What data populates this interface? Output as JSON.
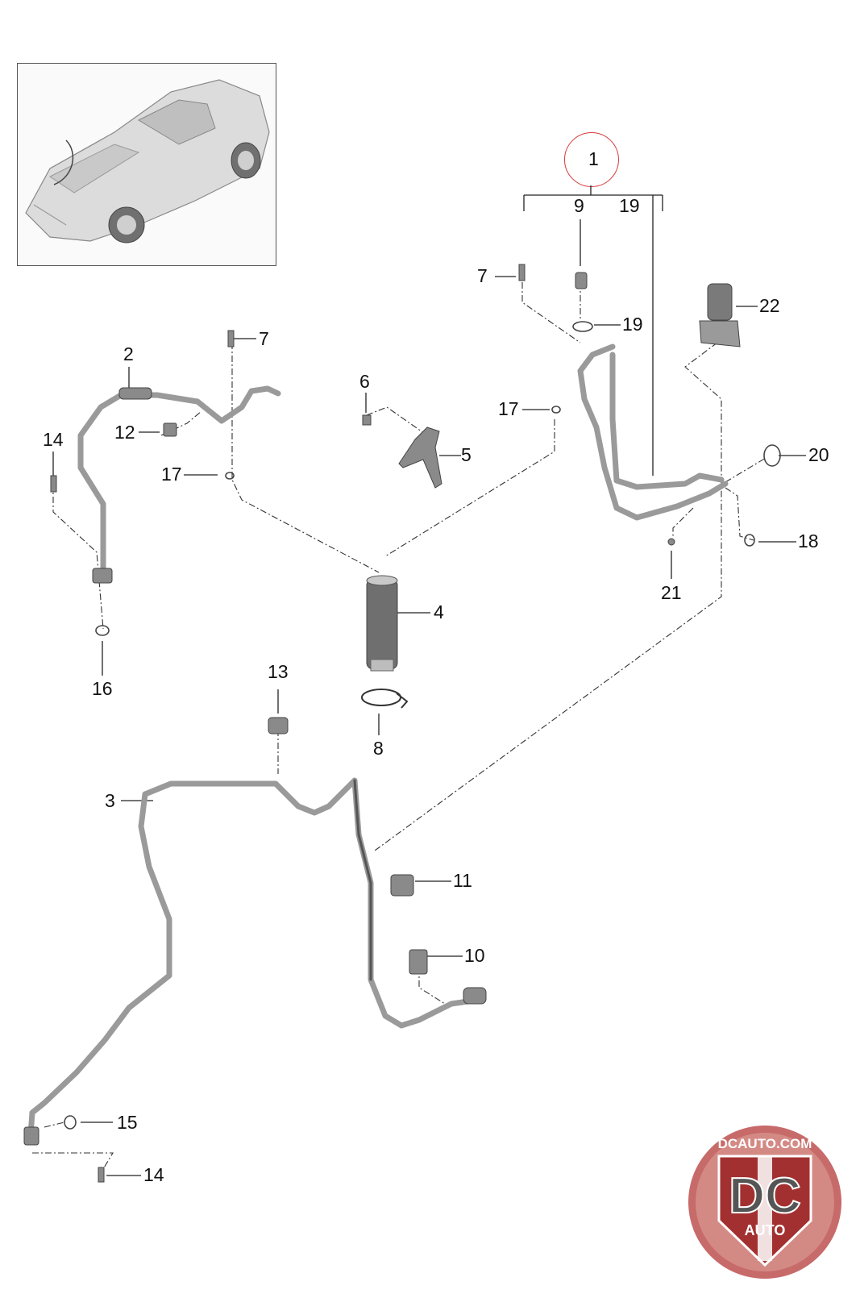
{
  "callouts": {
    "c1": "1",
    "c9": "9",
    "c19_top": "19",
    "c7_top": "7",
    "c19": "19",
    "c22": "22",
    "c2": "2",
    "c7_left": "7",
    "c6": "6",
    "c5": "5",
    "c17_right": "17",
    "c20": "20",
    "c14_top": "14",
    "c12": "12",
    "c17_left": "17",
    "c18": "18",
    "c21": "21",
    "c4": "4",
    "c16": "16",
    "c13": "13",
    "c8": "8",
    "c3": "3",
    "c11": "11",
    "c10": "10",
    "c15": "15",
    "c14_bottom": "14"
  },
  "logo": {
    "site": "DCAUTO.COM",
    "letters": "DC",
    "word": "AUTO"
  },
  "colors": {
    "highlight": "#d63a3a",
    "part": "#9a9a9a",
    "part_dark": "#6f6f6f",
    "line": "#222222",
    "logo_red": "#b83a3a"
  },
  "icons": [
    "car-thumbnail",
    "hose",
    "receiver-drier",
    "clamp",
    "bracket",
    "bolt",
    "o-ring",
    "sensor"
  ]
}
